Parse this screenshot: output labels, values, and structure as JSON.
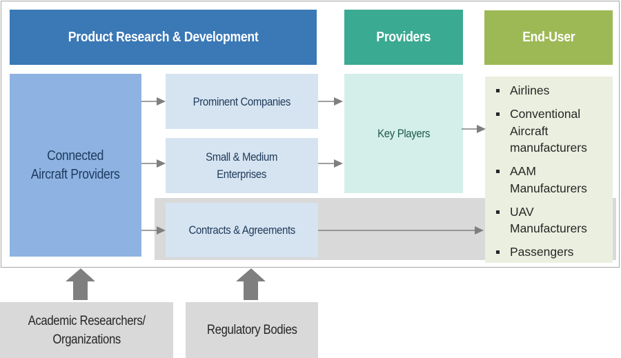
{
  "headers": {
    "research": "Product Research & Development",
    "providers": "Providers",
    "end_user": "End-User"
  },
  "nodes": {
    "connected_providers": [
      "Connected",
      "Aircraft Providers"
    ],
    "prominent_companies": "Prominent Companies",
    "sme": [
      "Small & Medium",
      "Enterprises"
    ],
    "contracts": "Contracts & Agreements",
    "key_players": "Key Players"
  },
  "end_users": [
    [
      "Airlines"
    ],
    [
      "Conventional",
      "Aircraft",
      "manufacturers"
    ],
    [
      "AAM",
      "Manufacturers"
    ],
    [
      "UAV",
      "Manufacturers"
    ],
    [
      "Passengers"
    ]
  ],
  "bottom": {
    "academic": [
      "Academic Researchers/",
      "Organizations"
    ],
    "regulatory": "Regulatory Bodies"
  },
  "colors": {
    "research_header": "#3a78b6",
    "providers_header": "#3aaa92",
    "end_user_header": "#9db955",
    "connected_box": "#8eb3e2",
    "light_box": "#d6e4f1",
    "key_players_box": "#d4efea",
    "end_user_box": "#ebefdf",
    "gray": "#d9d9d9",
    "arrow": "#7f7f7f"
  }
}
